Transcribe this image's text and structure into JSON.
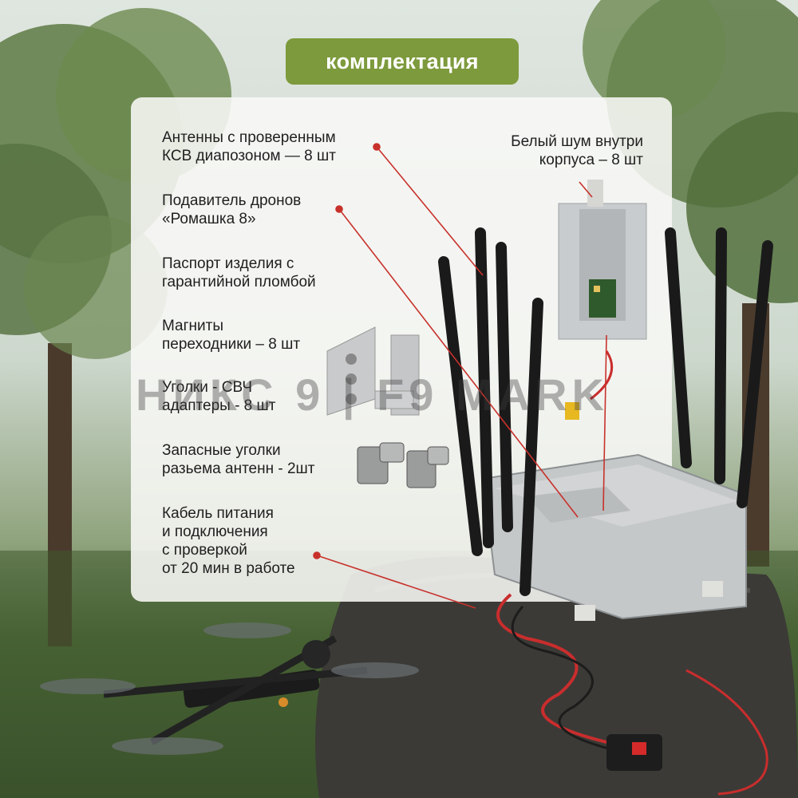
{
  "badge": {
    "title": "комплектация"
  },
  "items": [
    {
      "line1": "Антенны с проверенным",
      "line2": "КСВ диапозоном — 8 шт"
    },
    {
      "line1": "Подавитель дронов",
      "line2": "«Ромашка 8»"
    },
    {
      "line1": "Паспорт изделия с",
      "line2": "гарантийной пломбой"
    },
    {
      "line1": "Магниты",
      "line2": "переходники – 8 шт"
    },
    {
      "line1": "Уголки - СВЧ",
      "line2": "адаптеры - 8 шт"
    },
    {
      "line1": "Запасные уголки",
      "line2": "разьема антенн - 2шт"
    },
    {
      "line1": "Кабель питания",
      "line2": "и подключения",
      "line3": "с проверкой",
      "line4": "от 20 мин в работе"
    }
  ],
  "noise": {
    "line1": "Белый шум внутри",
    "line2": "корпуса – 8 шт"
  },
  "watermark": "НИКС 9 | F9 MARK",
  "colors": {
    "accent": "#7d9a3c",
    "leader": "#c8312b",
    "panel": "#f8f8f6"
  },
  "icons": [
    "drone-icon",
    "jammer-box-icon",
    "antenna-icon",
    "noise-module-icon",
    "magnet-adapter-icon",
    "angle-connector-icon",
    "power-cable-icon"
  ]
}
